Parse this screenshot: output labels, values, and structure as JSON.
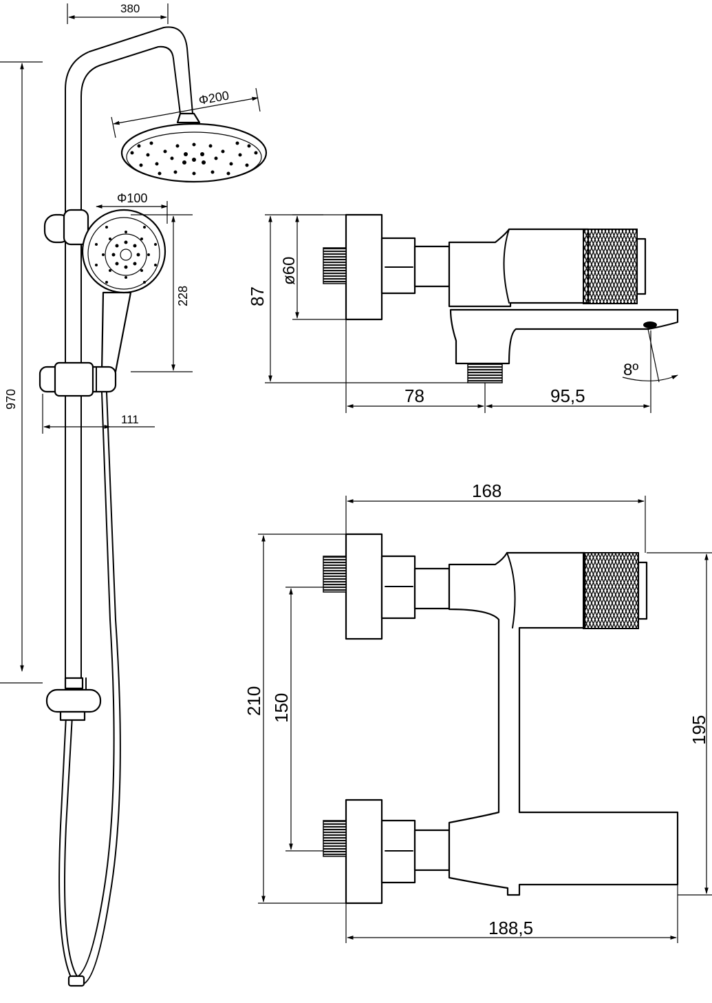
{
  "dimensions": {
    "arm_reach": "380",
    "head_diameter": "Φ200",
    "hand_diameter": "Φ100",
    "hand_height": "228",
    "column_height": "970",
    "column_offset": "111",
    "side_height": "87",
    "flange_diameter": "ø60",
    "side_depth": "78",
    "spout_length": "95,5",
    "spout_angle": "8º",
    "top_width": "168",
    "overall_height": "210",
    "inlet_spacing": "150",
    "body_height": "195",
    "overall_width": "188,5"
  }
}
